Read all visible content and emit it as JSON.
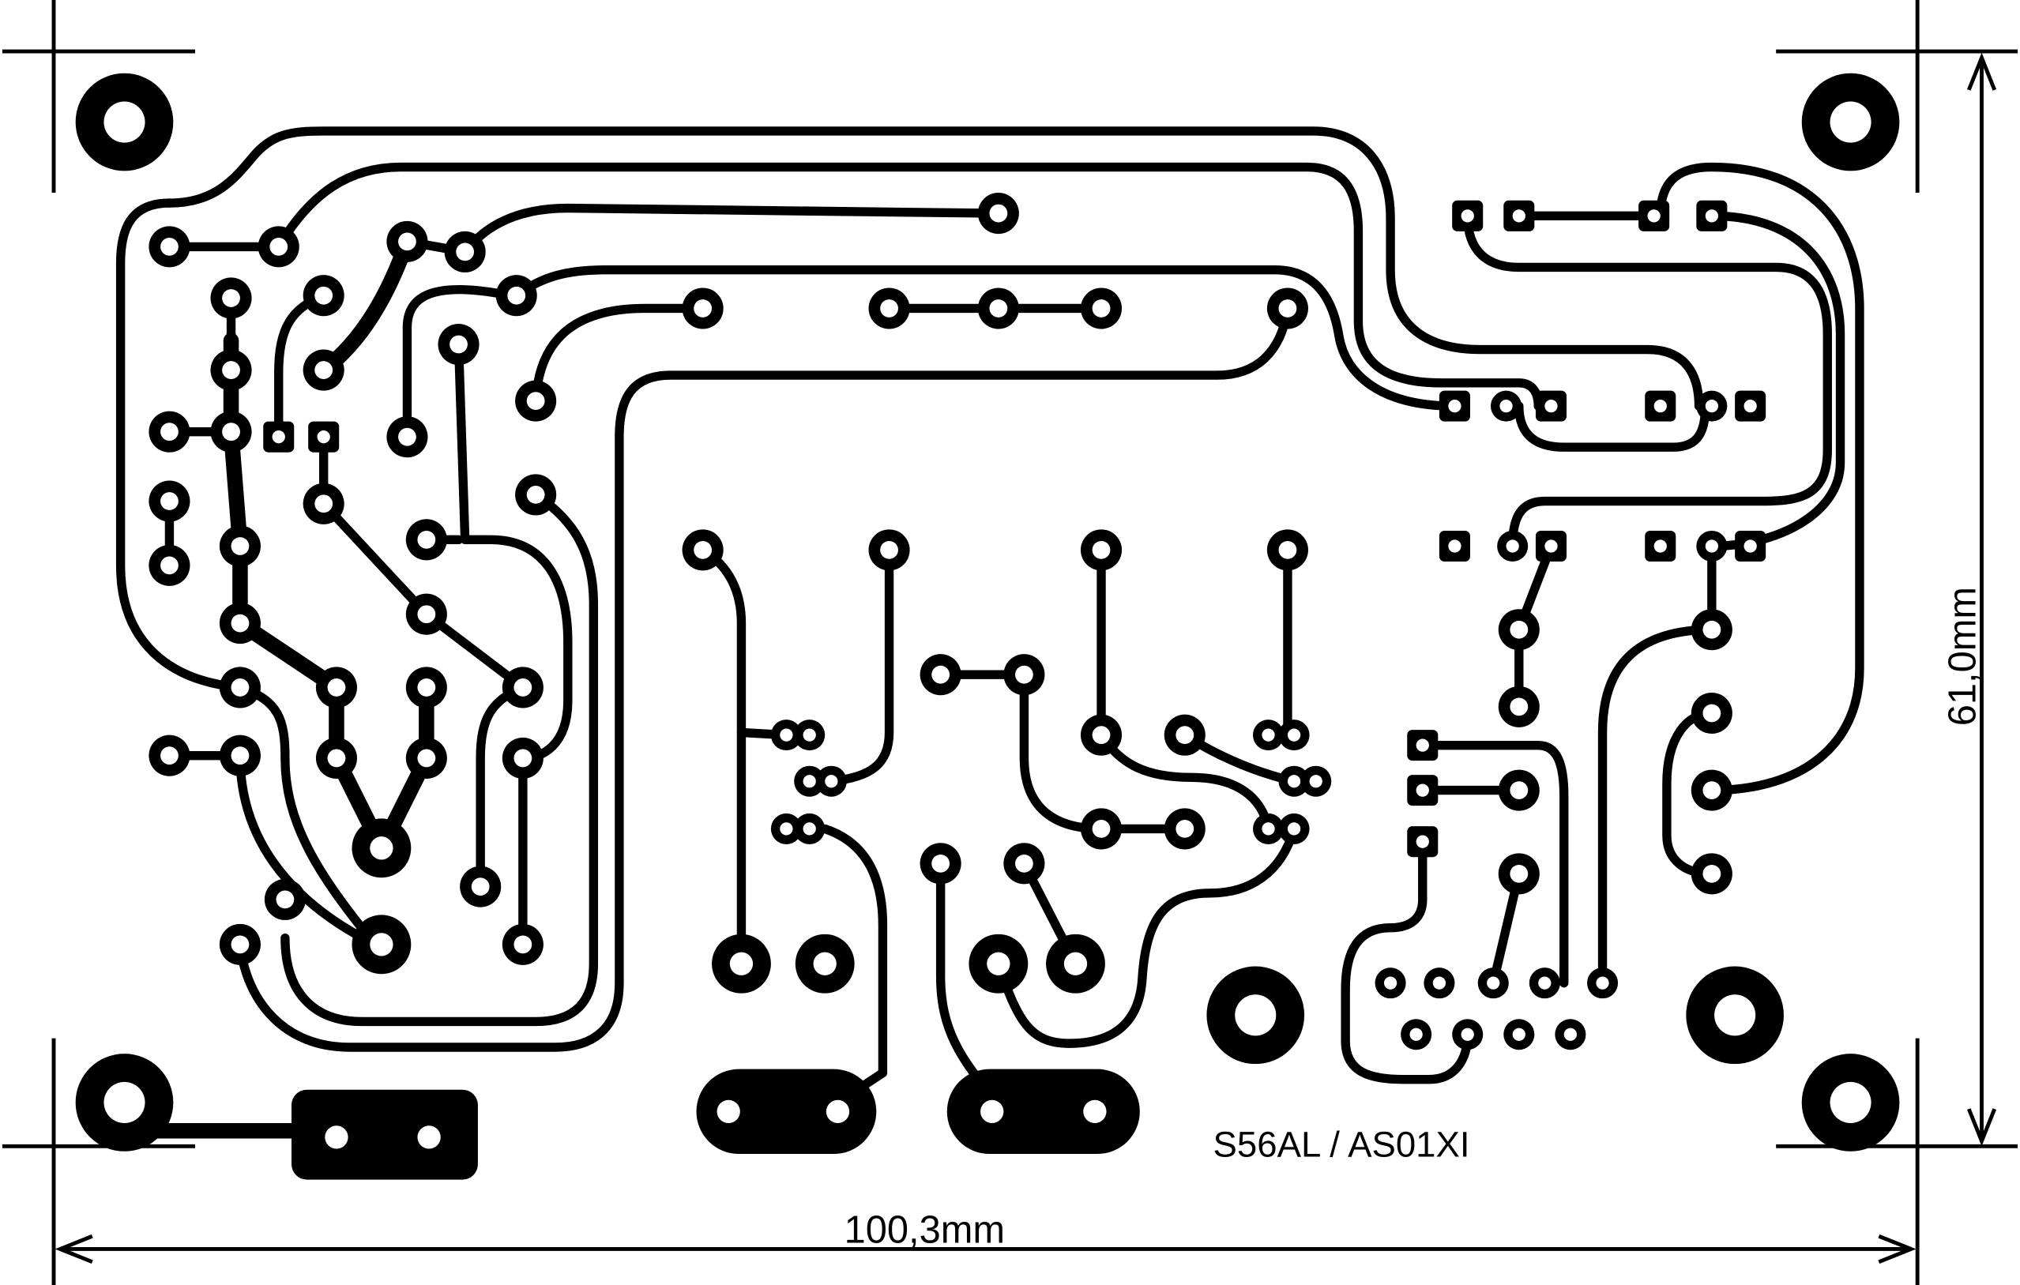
{
  "diagram": {
    "author_label": "S56AL / AS01XI",
    "width_dimension": "100,3mm",
    "height_dimension": "61,0mm"
  },
  "colors": {
    "copper": "#000000",
    "background": "#ffffff"
  }
}
